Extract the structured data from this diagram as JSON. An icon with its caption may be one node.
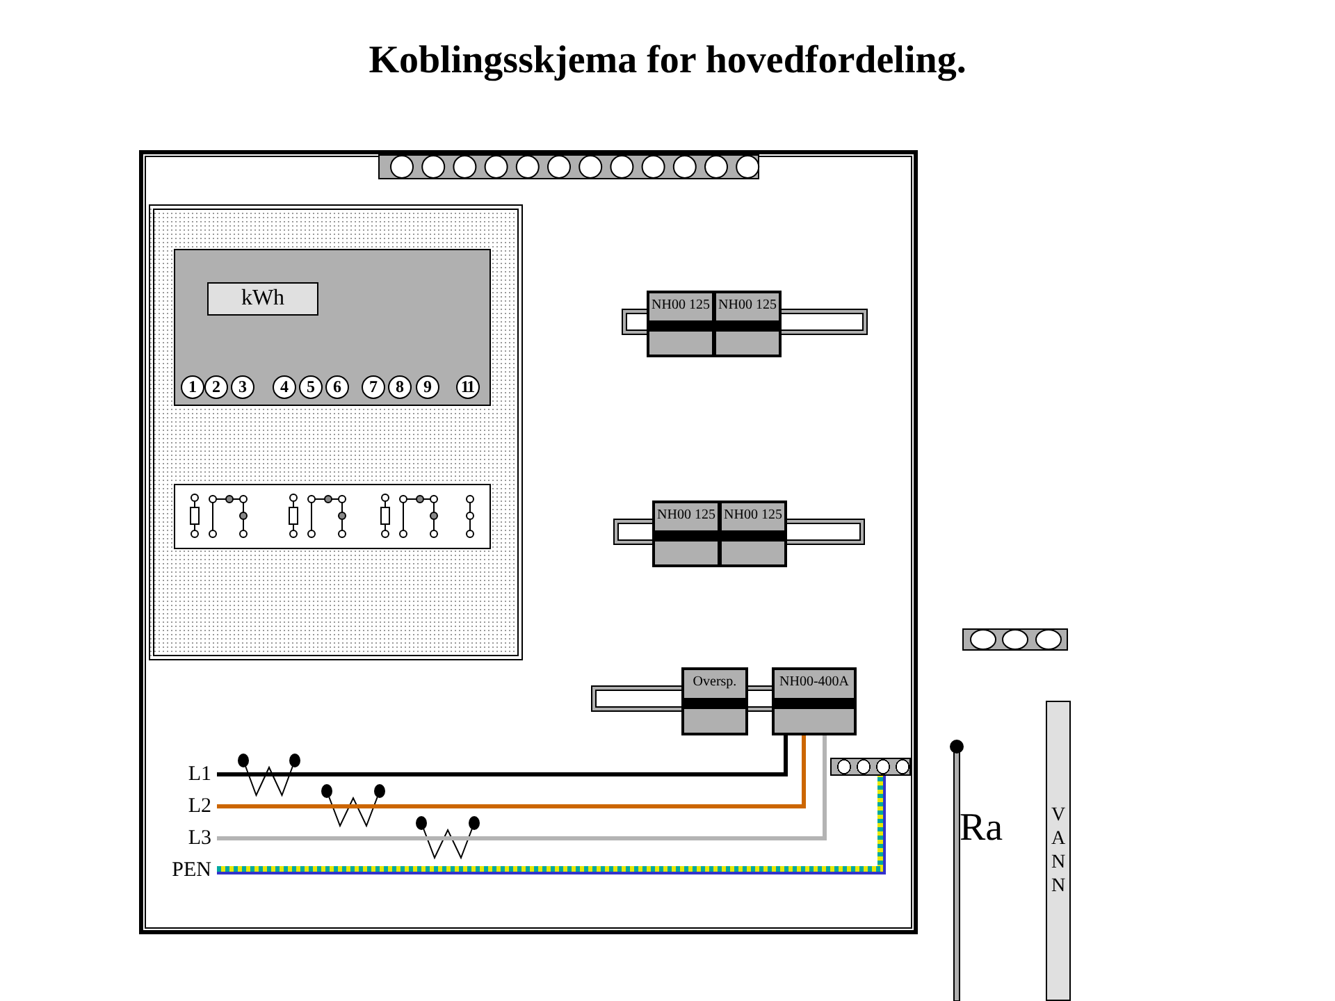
{
  "diagram": {
    "title": "Koblingsskjema for hovedfordeling.",
    "nodes": [
      {
        "text": [
          "kWh"
        ]
      },
      {
        "text": [
          "1"
        ]
      },
      {
        "text": [
          "2"
        ]
      },
      {
        "text": [
          "3"
        ]
      },
      {
        "text": [
          "4"
        ]
      },
      {
        "text": [
          "5"
        ]
      },
      {
        "text": [
          "6"
        ]
      },
      {
        "text": [
          "7"
        ]
      },
      {
        "text": [
          "8"
        ]
      },
      {
        "text": [
          "9"
        ]
      },
      {
        "text": [
          "11"
        ]
      },
      {
        "text": [
          "NH00 125"
        ]
      },
      {
        "text": [
          "NH00 125"
        ]
      },
      {
        "text": [
          "NH00 125"
        ]
      },
      {
        "text": [
          "NH00 125"
        ]
      },
      {
        "text": [
          "Oversp."
        ]
      },
      {
        "text": [
          "NH00-400A"
        ]
      },
      {
        "text": [],
        "shape": "bar"
      },
      {
        "text": [
          "L1"
        ]
      },
      {
        "text": [
          "L2"
        ]
      },
      {
        "text": [
          "L3"
        ]
      },
      {
        "text": [
          "PEN"
        ]
      },
      {
        "text": [
          "VANN"
        ]
      }
    ],
    "edges": [
      {
        "from": 18,
        "to": 16,
        "arrow": "none",
        "color": "#000000"
      },
      {
        "from": 19,
        "to": 16,
        "arrow": "none",
        "color": "#cc6600"
      },
      {
        "from": 20,
        "to": 16,
        "arrow": "none",
        "color": "#b4b4b4"
      },
      {
        "from": 21,
        "to": 17,
        "arrow": "none",
        "style": "thick",
        "color": "#3333cc"
      }
    ],
    "labels": [
      "Ra"
    ]
  }
}
